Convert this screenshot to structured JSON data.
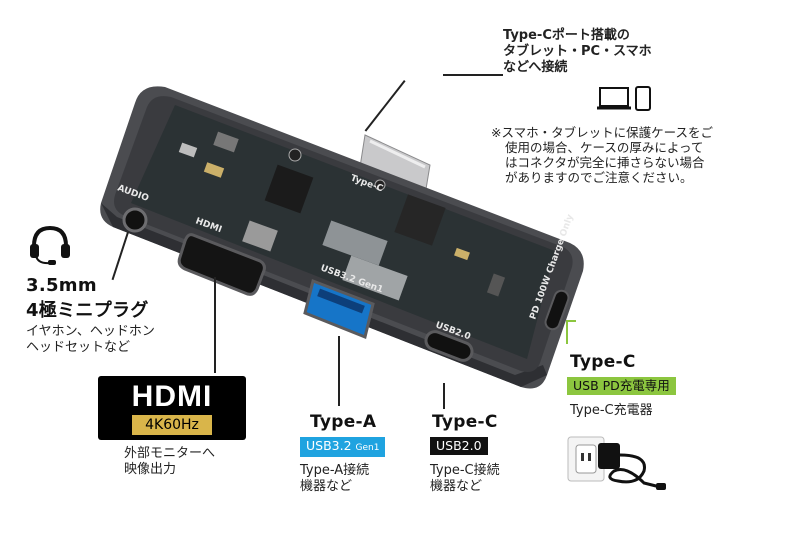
{
  "top_callout": {
    "lines": [
      "Type-Cポート搭載の",
      "タブレット・PC・スマホ",
      "などへ接続"
    ],
    "icon": "laptop-phone-icon"
  },
  "notice": {
    "lines": [
      "※スマホ・タブレットに保護ケースをご",
      "使用の場合、ケースの厚みによって",
      "はコネクタが完全に挿さらない場合",
      "がありますのでご注意ください。"
    ]
  },
  "audio": {
    "icon": "headset-icon",
    "size": "3.5mm",
    "plug": "4極ミニプラグ",
    "desc_lines": [
      "イヤホン、ヘッドホン",
      "ヘッドセットなど"
    ]
  },
  "hdmi": {
    "logo": "HDMI",
    "resolution": "4K60Hz",
    "desc_lines": [
      "外部モニターへ",
      "映像出力"
    ]
  },
  "type_a": {
    "title": "Type-A",
    "badge": "USB3.2",
    "badge_sub": "Gen1",
    "desc_lines": [
      "Type-A接続",
      "機器など"
    ]
  },
  "type_c_data": {
    "title": "Type-C",
    "badge": "USB2.0",
    "desc_lines": [
      "Type-C接続",
      "機器など"
    ]
  },
  "type_c_pd": {
    "title": "Type-C",
    "badge": "USB PD充電専用",
    "desc": "Type-C充電器",
    "icon": "charger-icon"
  },
  "device_labels": {
    "audio": "AUDIO",
    "hdmi": "HDMI",
    "usb32": "USB3.2 Gen1",
    "usb20": "USB2.0",
    "pd": "PD 100W Charge Only",
    "typec": "Type-C"
  },
  "colors": {
    "pd_green": "#8cc63f",
    "usb32_blue": "#1fa3e0",
    "usb20_black": "#111111",
    "hdmi_gold": "#d9b54a"
  }
}
